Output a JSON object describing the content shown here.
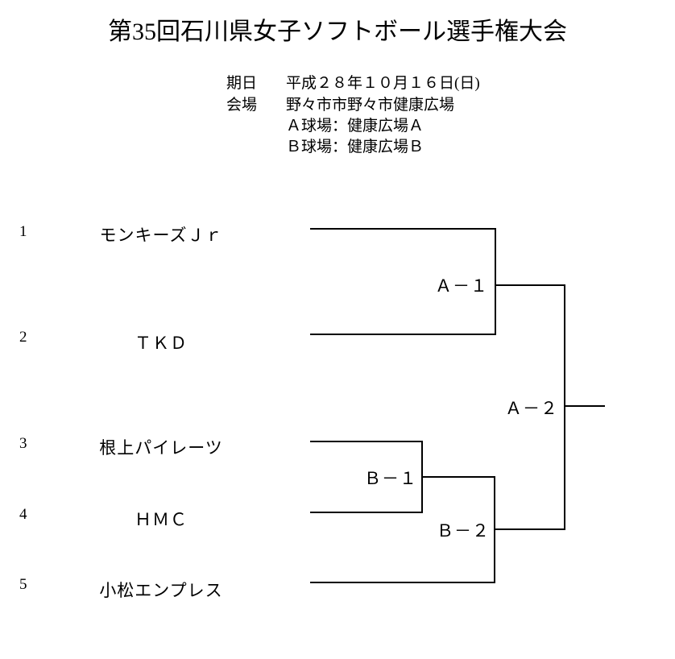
{
  "header": {
    "title": "第35回石川県女子ソフトボール選手権大会",
    "info": {
      "date_label": "期日",
      "date_value": "平成２８年１０月１６日(日)",
      "venue_label": "会場",
      "venue_value": "野々市市野々市健康広場",
      "field_a": "Ａ球場：健康広場Ａ",
      "field_b": "Ｂ球場：健康広場Ｂ"
    }
  },
  "bracket": {
    "teams": [
      {
        "seed": "1",
        "name": "モンキーズＪｒ"
      },
      {
        "seed": "2",
        "name": "ＴＫＤ"
      },
      {
        "seed": "3",
        "name": "根上パイレーツ"
      },
      {
        "seed": "4",
        "name": "ＨＭＣ"
      },
      {
        "seed": "5",
        "name": "小松エンプレス"
      }
    ],
    "matches": [
      {
        "id": "a1",
        "label": "Ａ－１"
      },
      {
        "id": "b1",
        "label": "Ｂ－１"
      },
      {
        "id": "b2",
        "label": "Ｂ－２"
      },
      {
        "id": "a2",
        "label": "Ａ－２"
      }
    ],
    "line_color": "#000000"
  }
}
